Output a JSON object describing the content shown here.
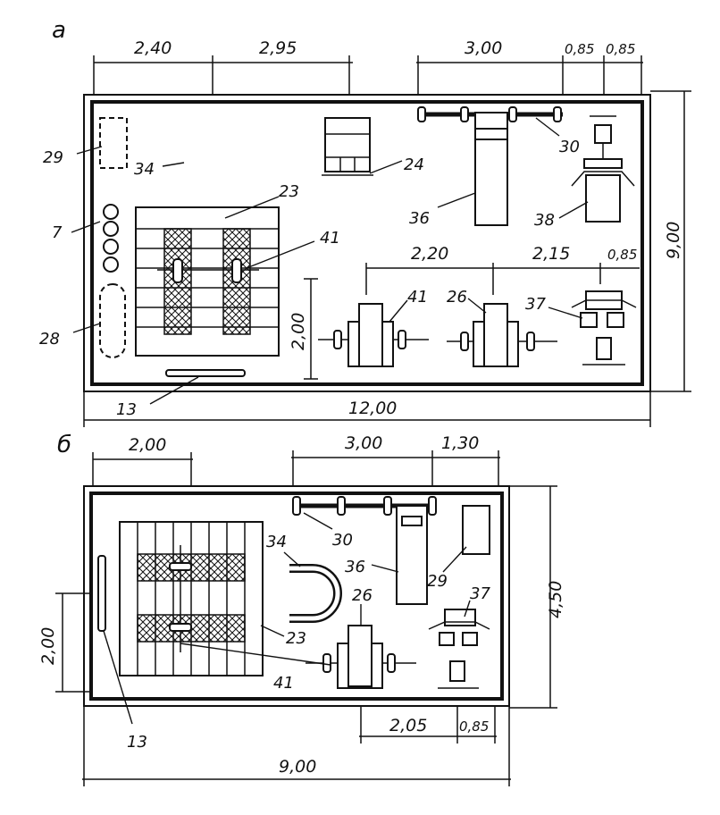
{
  "plan_a": {
    "letter": "а",
    "dims": {
      "top_a": "2,40",
      "top_b": "2,95",
      "top_c": "3,00",
      "top_d": "0,85",
      "top_e": "0,85",
      "inner_a": "2,20",
      "inner_b": "2,15",
      "inner_c": "0,85",
      "left": "2,00",
      "right": "9,00",
      "bottom": "12,00"
    },
    "labels": {
      "l29": "29",
      "l7": "7",
      "l28": "28",
      "l34": "34",
      "l23": "23",
      "l41a": "41",
      "l24": "24",
      "l30": "30",
      "l36": "36",
      "l38": "38",
      "l41b": "41",
      "l26": "26",
      "l37": "37",
      "l13": "13"
    }
  },
  "plan_b": {
    "letter": "б",
    "dims": {
      "top_a": "2,00",
      "top_b": "3,00",
      "top_c": "1,30",
      "left": "2,00",
      "right": "4,50",
      "bottom_a": "2,05",
      "bottom_b": "0,85",
      "bottom": "9,00"
    },
    "labels": {
      "l30": "30",
      "l34": "34",
      "l36": "36",
      "l29": "29",
      "l37": "37",
      "l26": "26",
      "l23": "23",
      "l41": "41",
      "l13": "13"
    }
  }
}
